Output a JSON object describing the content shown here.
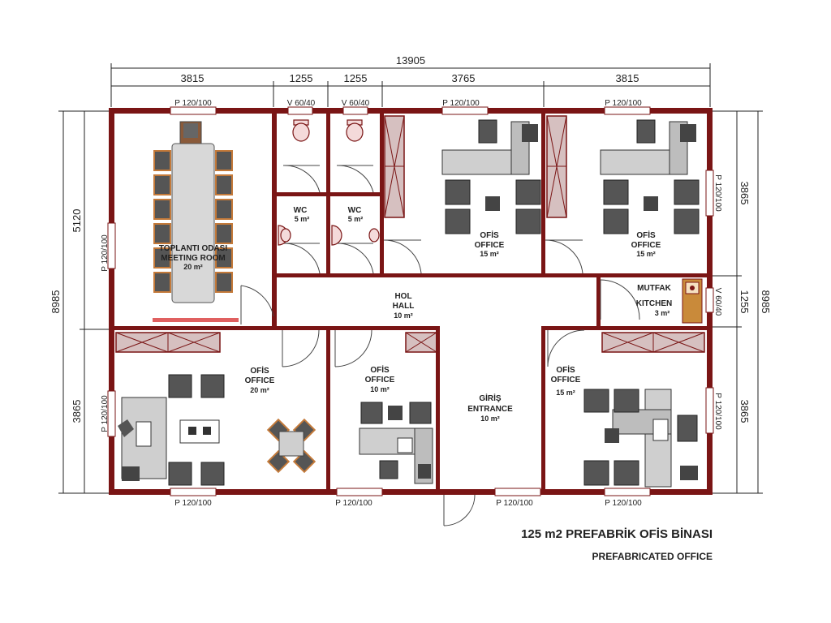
{
  "title": "125 m2 PREFABRİK OFİS BİNASI",
  "subtitle": "PREFABRICATED OFFICE",
  "dimensions": {
    "total_width": "13905",
    "top_segments": [
      "3815",
      "1255",
      "1255",
      "3765",
      "3815"
    ],
    "left_total": "8985",
    "left_upper": "5120",
    "left_lower": "3865",
    "right_total": "8985",
    "right_upper": "3865",
    "right_middle": "1255",
    "right_lower": "3865"
  },
  "windows": {
    "w_top_meeting": "P 120/100",
    "w_top_wc1": "V 60/40",
    "w_top_wc2": "V 60/40",
    "w_top_office1": "P 120/100",
    "w_top_office2": "P 120/100",
    "w_left_meeting": "P 120/100",
    "w_left_office": "P 120/100",
    "w_right_office2": "P 120/100",
    "w_right_kitchen": "V 60/40",
    "w_right_office4": "P 120/100",
    "w_bottom_office": "P 120/100",
    "w_bottom_office3": "P 120/100",
    "w_bottom_entrance": "P 120/100",
    "w_bottom_office4": "P 120/100"
  },
  "rooms": {
    "meeting": {
      "name_tr": "TOPLANTI ODASI",
      "name_en": "MEETING ROOM",
      "area": "20 m²"
    },
    "wc1": {
      "name": "WC",
      "area": "5 m²"
    },
    "wc2": {
      "name": "WC",
      "area": "5 m²"
    },
    "office1": {
      "name_tr": "OFİS",
      "name_en": "OFFICE",
      "area": "15 m²"
    },
    "office2": {
      "name_tr": "OFİS",
      "name_en": "OFFICE",
      "area": "15 m²"
    },
    "hall": {
      "name_tr": "HOL",
      "name_en": "HALL",
      "area": "10 m²"
    },
    "kitchen": {
      "name_tr": "MUTFAK",
      "name_en": "KITCHEN",
      "area": "3 m²"
    },
    "office_large": {
      "name_tr": "OFİS",
      "name_en": "OFFICE",
      "area": "20 m²"
    },
    "office3": {
      "name_tr": "OFİS",
      "name_en": "OFFICE",
      "area": "10 m²"
    },
    "entrance": {
      "name_tr": "GİRİŞ",
      "name_en": "ENTRANCE",
      "area": "10 m²"
    },
    "office4": {
      "name_tr": "OFİS",
      "name_en": "OFFICE",
      "area": "15 m²"
    }
  },
  "colors": {
    "wall": "#7a1515",
    "furniture": "#555555",
    "cabinet": "#d6c0c0"
  }
}
